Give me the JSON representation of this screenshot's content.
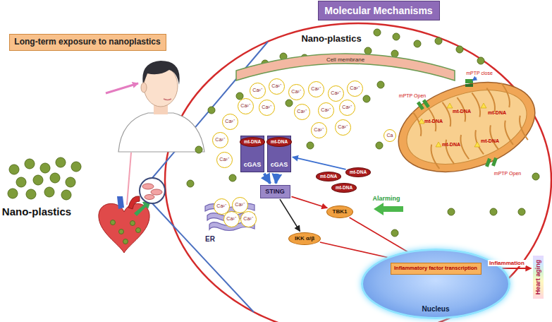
{
  "diagram": {
    "nodes": [
      {
        "text": [
          "Molecular Mechanisms"
        ]
      },
      {
        "text": [
          "Long-term exposure to nanoplastics"
        ]
      },
      {
        "text": [
          "Cell membrane"
        ]
      },
      {
        "text": [
          "Ca²⁺"
        ]
      },
      {
        "text": [
          "Ca²⁺"
        ]
      },
      {
        "text": [
          "Ca²⁺"
        ]
      },
      {
        "text": [
          "Ca²⁺"
        ]
      },
      {
        "text": [
          "Ca²⁺"
        ]
      },
      {
        "text": [
          "Ca²⁺"
        ]
      },
      {
        "text": [
          "Ca²⁺"
        ]
      },
      {
        "text": [
          "Ca²⁺"
        ]
      },
      {
        "text": [
          "Ca²⁺"
        ]
      },
      {
        "text": [
          "Ca²⁺"
        ]
      },
      {
        "text": [
          "Ca²⁺"
        ]
      },
      {
        "text": [
          "Ca²⁺"
        ]
      },
      {
        "text": [
          "Ca²⁺"
        ]
      },
      {
        "text": [
          "Ca²⁺"
        ]
      },
      {
        "text": [
          "Ca²⁺"
        ]
      },
      {
        "text": [
          "Ca²⁺"
        ]
      },
      {
        "text": [
          "Ca"
        ]
      },
      {
        "text": [
          "cGAS"
        ]
      },
      {
        "text": [
          "mt-DNA"
        ],
        "in": 20
      },
      {
        "text": [
          "cGAS"
        ]
      },
      {
        "text": [
          "mt-DNA"
        ],
        "in": 22
      },
      {
        "text": [
          "mt-DNA"
        ]
      },
      {
        "text": [
          "mt-DNA"
        ]
      },
      {
        "text": [
          "mt-DNA"
        ]
      },
      {
        "text": [
          "STING"
        ]
      },
      {
        "text": [
          "ER"
        ]
      },
      {
        "text": [
          "Ca²⁺"
        ],
        "in": 28
      },
      {
        "text": [
          "Ca²⁺"
        ],
        "in": 28
      },
      {
        "text": [
          "Ca²⁺"
        ],
        "in": 28
      },
      {
        "text": [
          "Ca²⁺"
        ],
        "in": 28
      },
      {
        "text": [
          "TBK1"
        ]
      },
      {
        "text": [
          "IKK α/β"
        ]
      },
      {
        "text": [
          "Nucleus"
        ]
      },
      {
        "text": [
          "Inflammatory factor transcription"
        ],
        "in": 35
      },
      {
        "text": [
          "Heart aging"
        ]
      }
    ],
    "edges": [
      {
        "from": 20,
        "to": 27,
        "arrow": "to"
      },
      {
        "from": 22,
        "to": 27,
        "arrow": "to"
      },
      {
        "from": 25,
        "to": 22,
        "arrow": "to"
      },
      {
        "from": 27,
        "to": 33,
        "arrow": "to"
      },
      {
        "from": 27,
        "to": 34,
        "arrow": "to"
      },
      {
        "from": 33,
        "to": 36,
        "arrow": "to"
      },
      {
        "from": 34,
        "to": 36,
        "arrow": "to"
      },
      {
        "from": 36,
        "to": 37,
        "label": "Inflammation",
        "arrow": "to"
      }
    ],
    "labels": [
      "Nano-plastics",
      "Nano-plastics",
      "mPTP Open",
      "mPTP close",
      "mPTP Open",
      "mt-DNA",
      "mt-DNA",
      "mt-DNA",
      "mt-DNA",
      "mt-DNA",
      "Alarming"
    ]
  }
}
